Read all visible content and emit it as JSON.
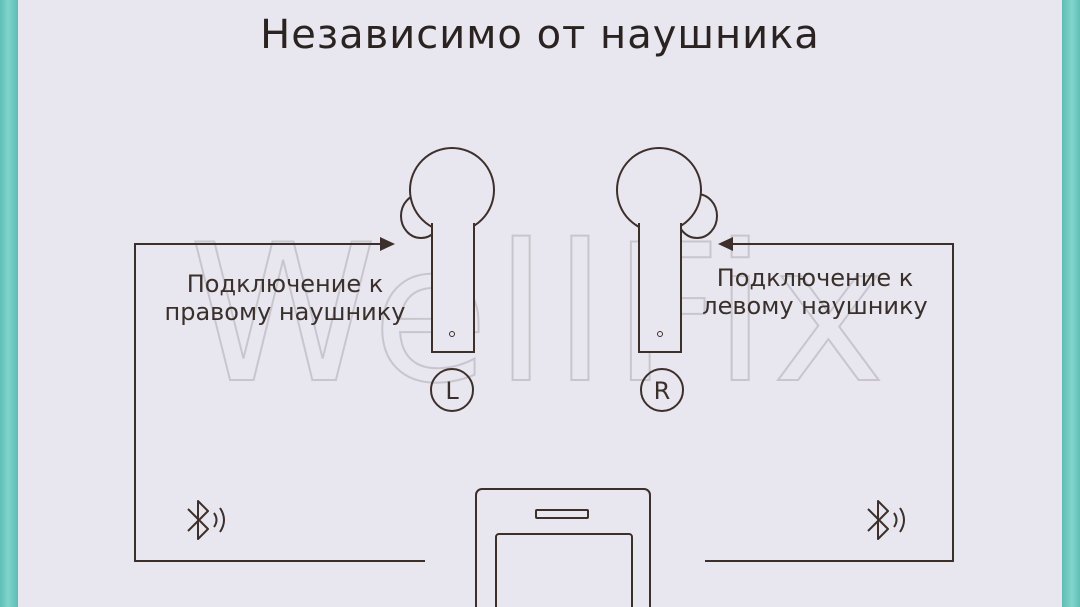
{
  "title": "Независимо от наушника",
  "left_label": {
    "line1": "Подключение к",
    "line2": "правому наушнику"
  },
  "right_label": {
    "line1": "Подключение к",
    "line2": "левому наушнику"
  },
  "left_earbud_letter": "L",
  "right_earbud_letter": "R",
  "watermark": "WellFix",
  "icons": [
    "bluetooth-icon",
    "bluetooth-icon",
    "arrow-icon",
    "arrow-icon"
  ],
  "colors": {
    "background": "#e8e6ee",
    "border": "#5cbdb4",
    "stroke": "#3d2f2a"
  }
}
